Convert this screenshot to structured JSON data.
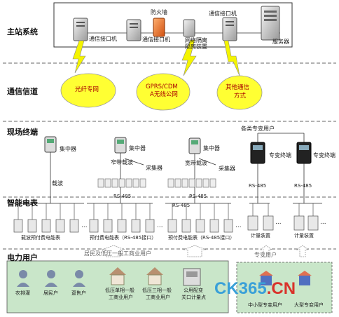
{
  "sections": {
    "main": "主站系统",
    "channel": "通信信道",
    "field": "现场终端",
    "meter": "智能电表",
    "user": "电力用户"
  },
  "main_station": {
    "comm1": "通信接口机",
    "comm2": "通信接口机",
    "firewall": "防火墙",
    "isolation_line1": "网络隔离",
    "isolation_line2": "隔离装置",
    "comm3": "通信接口机",
    "server": "服务器"
  },
  "channels": {
    "fiber": "光纤专网",
    "gprs_line1": "GPRS/CDM",
    "gprs_line2": "A无线公网",
    "other_line1": "其他通信",
    "other_line2": "方式"
  },
  "terminals": {
    "concentrator1": "集中器",
    "concentrator2": "集中器",
    "concentrator3": "集中器",
    "special_users": "各类专变用户",
    "special_terminal1": "专变终端",
    "special_terminal2": "专变终端",
    "carrier": "载波",
    "narrowband": "窄带载波",
    "broadband": "宽带载波",
    "collector1": "采集器",
    "collector2": "采集器",
    "rs485_a": "RS-485",
    "rs485_b": "RS-485",
    "rs485_c": "RS-485",
    "rs485_d": "RS-485",
    "rs485_e": "RS-485"
  },
  "meters": {
    "group1": "载波预付费电能表",
    "group2": "预付费电能表（RS-485接口）",
    "group3": "预付费电能表（RS-485接口）",
    "metering1": "计量装置",
    "metering2": "计量装置",
    "ellipsis": "..."
  },
  "users": {
    "residential_header": "居民及低压一般工商业用户",
    "special_header": "专变用户",
    "u1": "农排灌",
    "u2": "居民户",
    "u3": "趸售户",
    "u4_line1": "低压单相一般",
    "u4_line2": "工商业用户",
    "u5_line1": "低压三相一般",
    "u5_line2": "工商业用户",
    "u6_line1": "公用配变",
    "u6_line2": "关口计量点",
    "u7": "中小型专变用户",
    "u8": "大型专变用户"
  },
  "watermark": {
    "part1": "CK365",
    "part2": ".CN"
  },
  "colors": {
    "lightning": "#f4f400",
    "bubble": "#ffff33",
    "user_panel": "#c9e6c9",
    "firewall": "#f08030",
    "wm_blue": "#3aa0d8",
    "wm_red": "#d9322a"
  }
}
